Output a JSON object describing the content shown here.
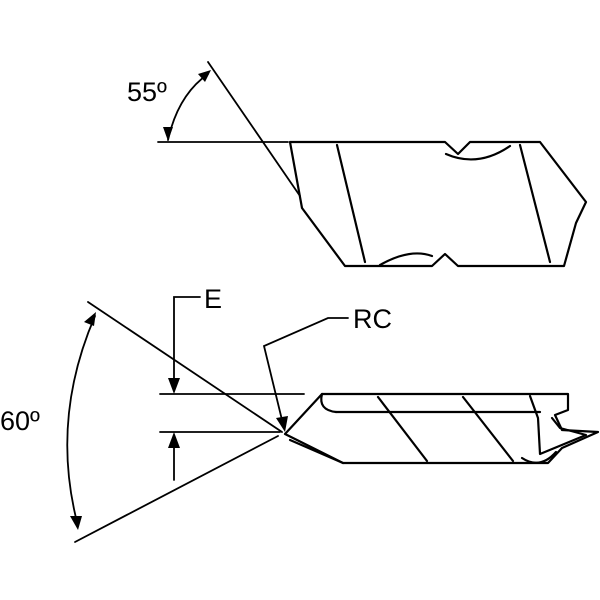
{
  "top_view": {
    "angle_label": "55º"
  },
  "bottom_view": {
    "angle_label": "60º",
    "dimension_e_label": "E",
    "corner_radius_label": "RC"
  }
}
